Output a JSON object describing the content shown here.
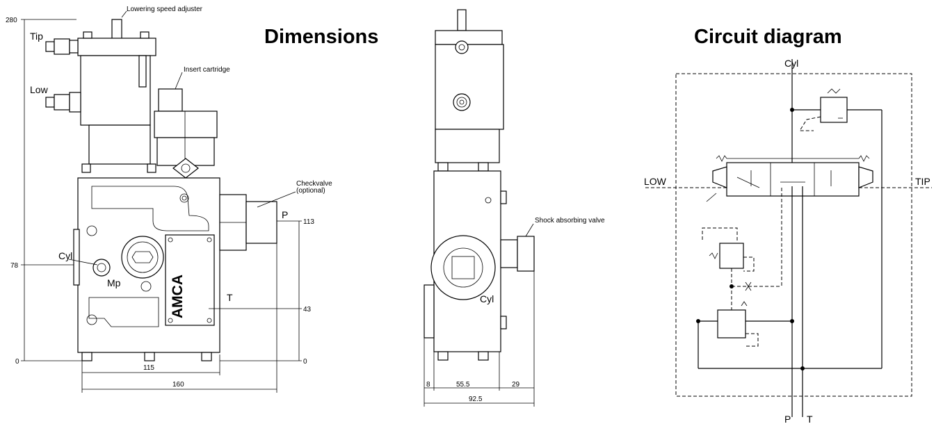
{
  "headings": {
    "dimensions": "Dimensions",
    "circuit": "Circuit diagram"
  },
  "front_view": {
    "lowering_speed_adjuster": "Lowering speed adjuster",
    "insert_cartridge": "Insert cartridge",
    "checkvalve_line1": "Checkvalve",
    "checkvalve_line2": "(optional)",
    "port_tip": "Tip",
    "port_low": "Low",
    "port_cyl": "Cyl",
    "port_mp": "Mp",
    "port_p": "P",
    "port_t": "T",
    "brand": "AMCA",
    "dim_280": "280",
    "dim_78": "78",
    "dim_0_left": "0",
    "dim_113": "113",
    "dim_43": "43",
    "dim_0_right": "0",
    "dim_115": "115",
    "dim_160": "160"
  },
  "side_view": {
    "shock_absorbing_valve": "Shock absorbing valve",
    "port_cyl": "Cyl",
    "dim_8": "8",
    "dim_55_5": "55.5",
    "dim_29": "29",
    "dim_92_5": "92.5"
  },
  "circuit": {
    "cyl": "Cyl",
    "low": "LOW",
    "tip": "TIP",
    "p": "P",
    "t": "T"
  }
}
